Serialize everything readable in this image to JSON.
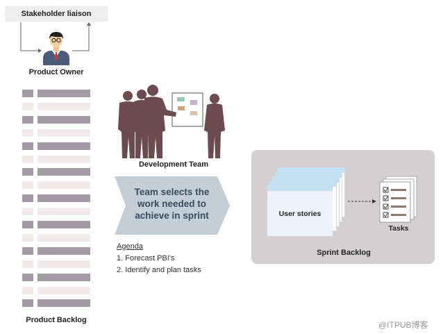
{
  "stakeholder": {
    "label": "Stakeholder liaison"
  },
  "product_owner": {
    "label": "Product Owner"
  },
  "product_backlog": {
    "label": "Product Backlog",
    "row_shades": [
      "dark",
      "light",
      "dark",
      "light",
      "dark",
      "light",
      "dark",
      "light",
      "dark",
      "light",
      "dark",
      "light",
      "dark",
      "light",
      "dark",
      "light",
      "dark"
    ]
  },
  "development_team": {
    "label": "Development Team"
  },
  "selection_arrow": {
    "lines": [
      "Team selects the",
      "work needed to",
      "achieve in sprint"
    ],
    "color": "#c3ced7"
  },
  "agenda": {
    "title": "Agenda",
    "items": [
      "1. Forecast PBI's",
      "2. Identify and plan tasks"
    ]
  },
  "sprint_backlog": {
    "label": "Sprint Backlog",
    "user_stories_label": "User stories",
    "tasks_label": "Tasks"
  },
  "watermark": "@ITPUB博客",
  "colors": {
    "team_silhouette": "#6b4a50",
    "backlog_dark": "#a29ba4",
    "backlog_light": "#f2e9ea",
    "sprint_box": "#d4d0d1",
    "card_header": "#c5dff3"
  }
}
